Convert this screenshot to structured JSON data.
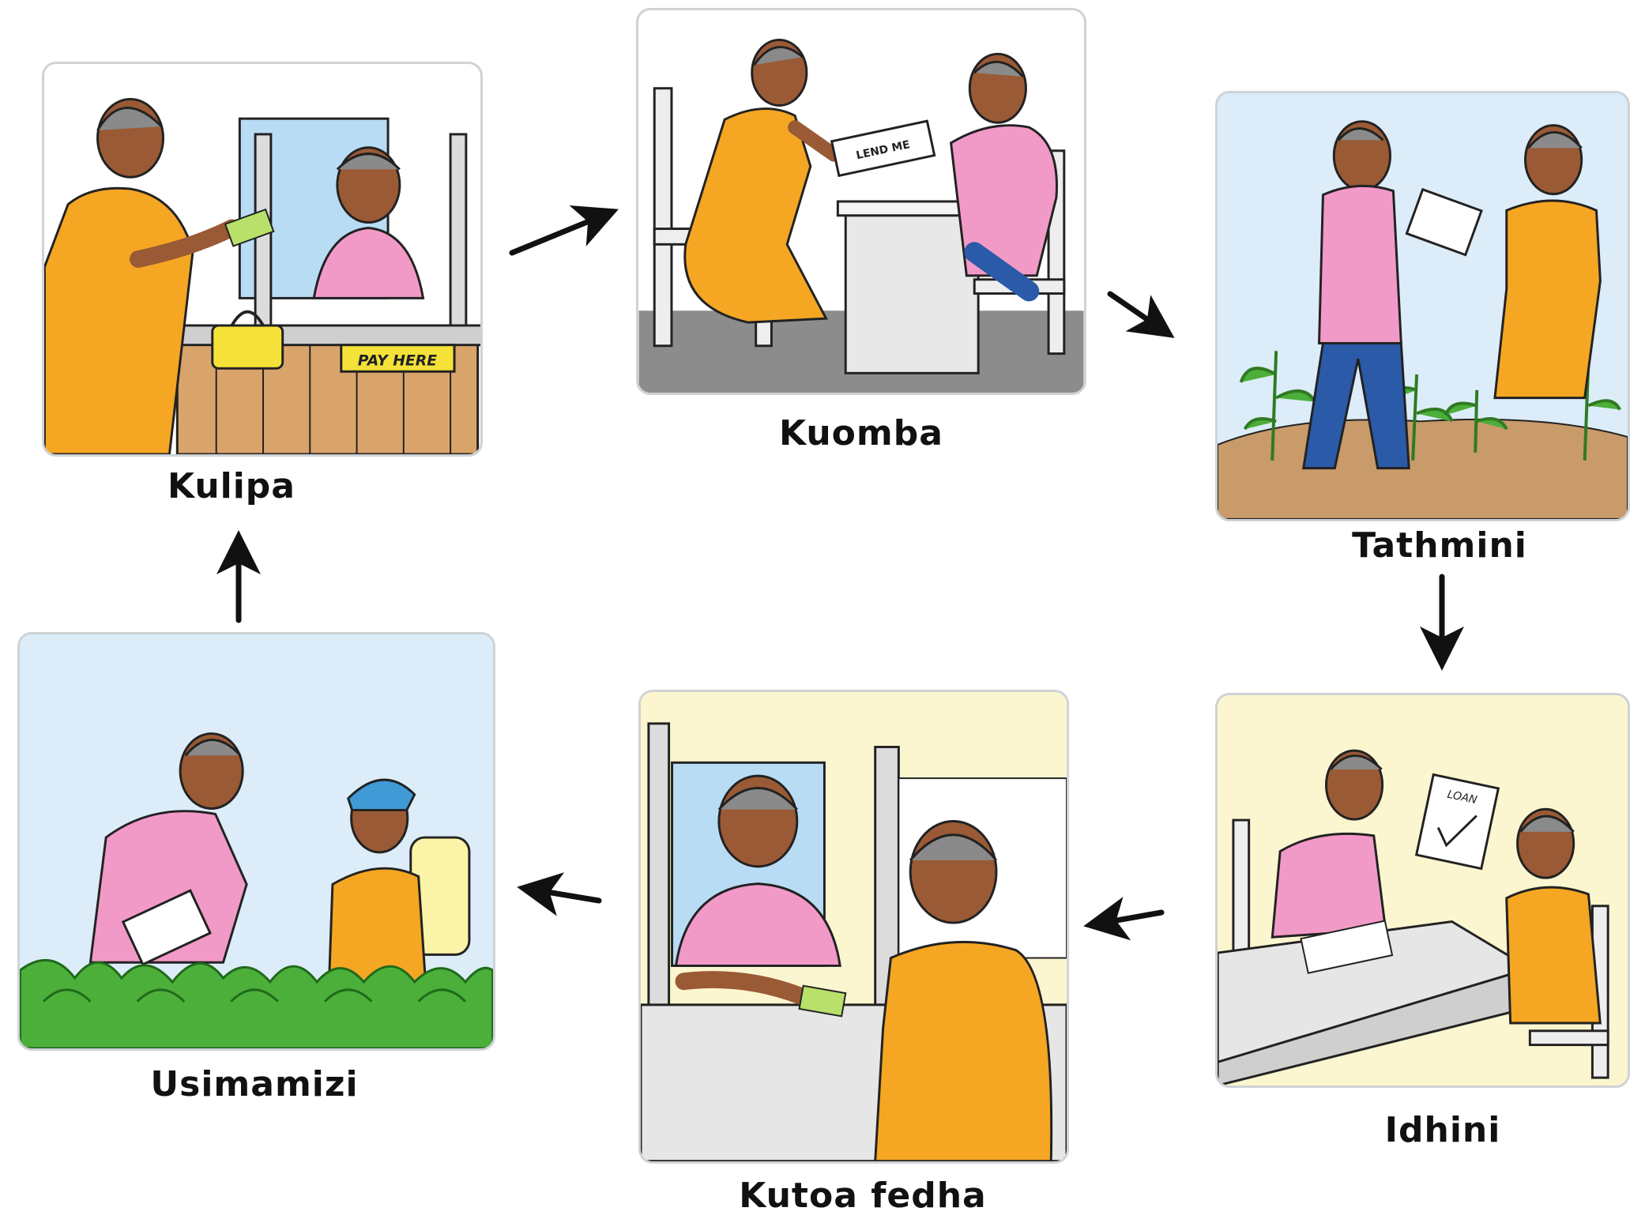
{
  "steps": [
    {
      "id": "kulipa",
      "label": "Kulipa",
      "sign_text": "PAY HERE"
    },
    {
      "id": "kuomba",
      "label": "Kuomba",
      "paper_text": "LEND ME"
    },
    {
      "id": "tathmini",
      "label": "Tathmini"
    },
    {
      "id": "idhini",
      "label": "Idhini",
      "paper_text": "LOAN"
    },
    {
      "id": "kutoa",
      "label": "Kutoa fedha"
    },
    {
      "id": "usimamizi",
      "label": "Usimamizi"
    }
  ],
  "colors": {
    "orange_dress": "#f5a623",
    "pink_shirt": "#f29ac7",
    "blue_glass": "#b9dcf5",
    "sky_blue": "#dcecf8",
    "cream": "#fbf6cf",
    "counter_brown": "#d9a46b",
    "skin": "#9a5a35",
    "hair": "#8a8a8a",
    "maize": "#4caf3a",
    "soil": "#c99a6a",
    "arrow": "#111111"
  }
}
